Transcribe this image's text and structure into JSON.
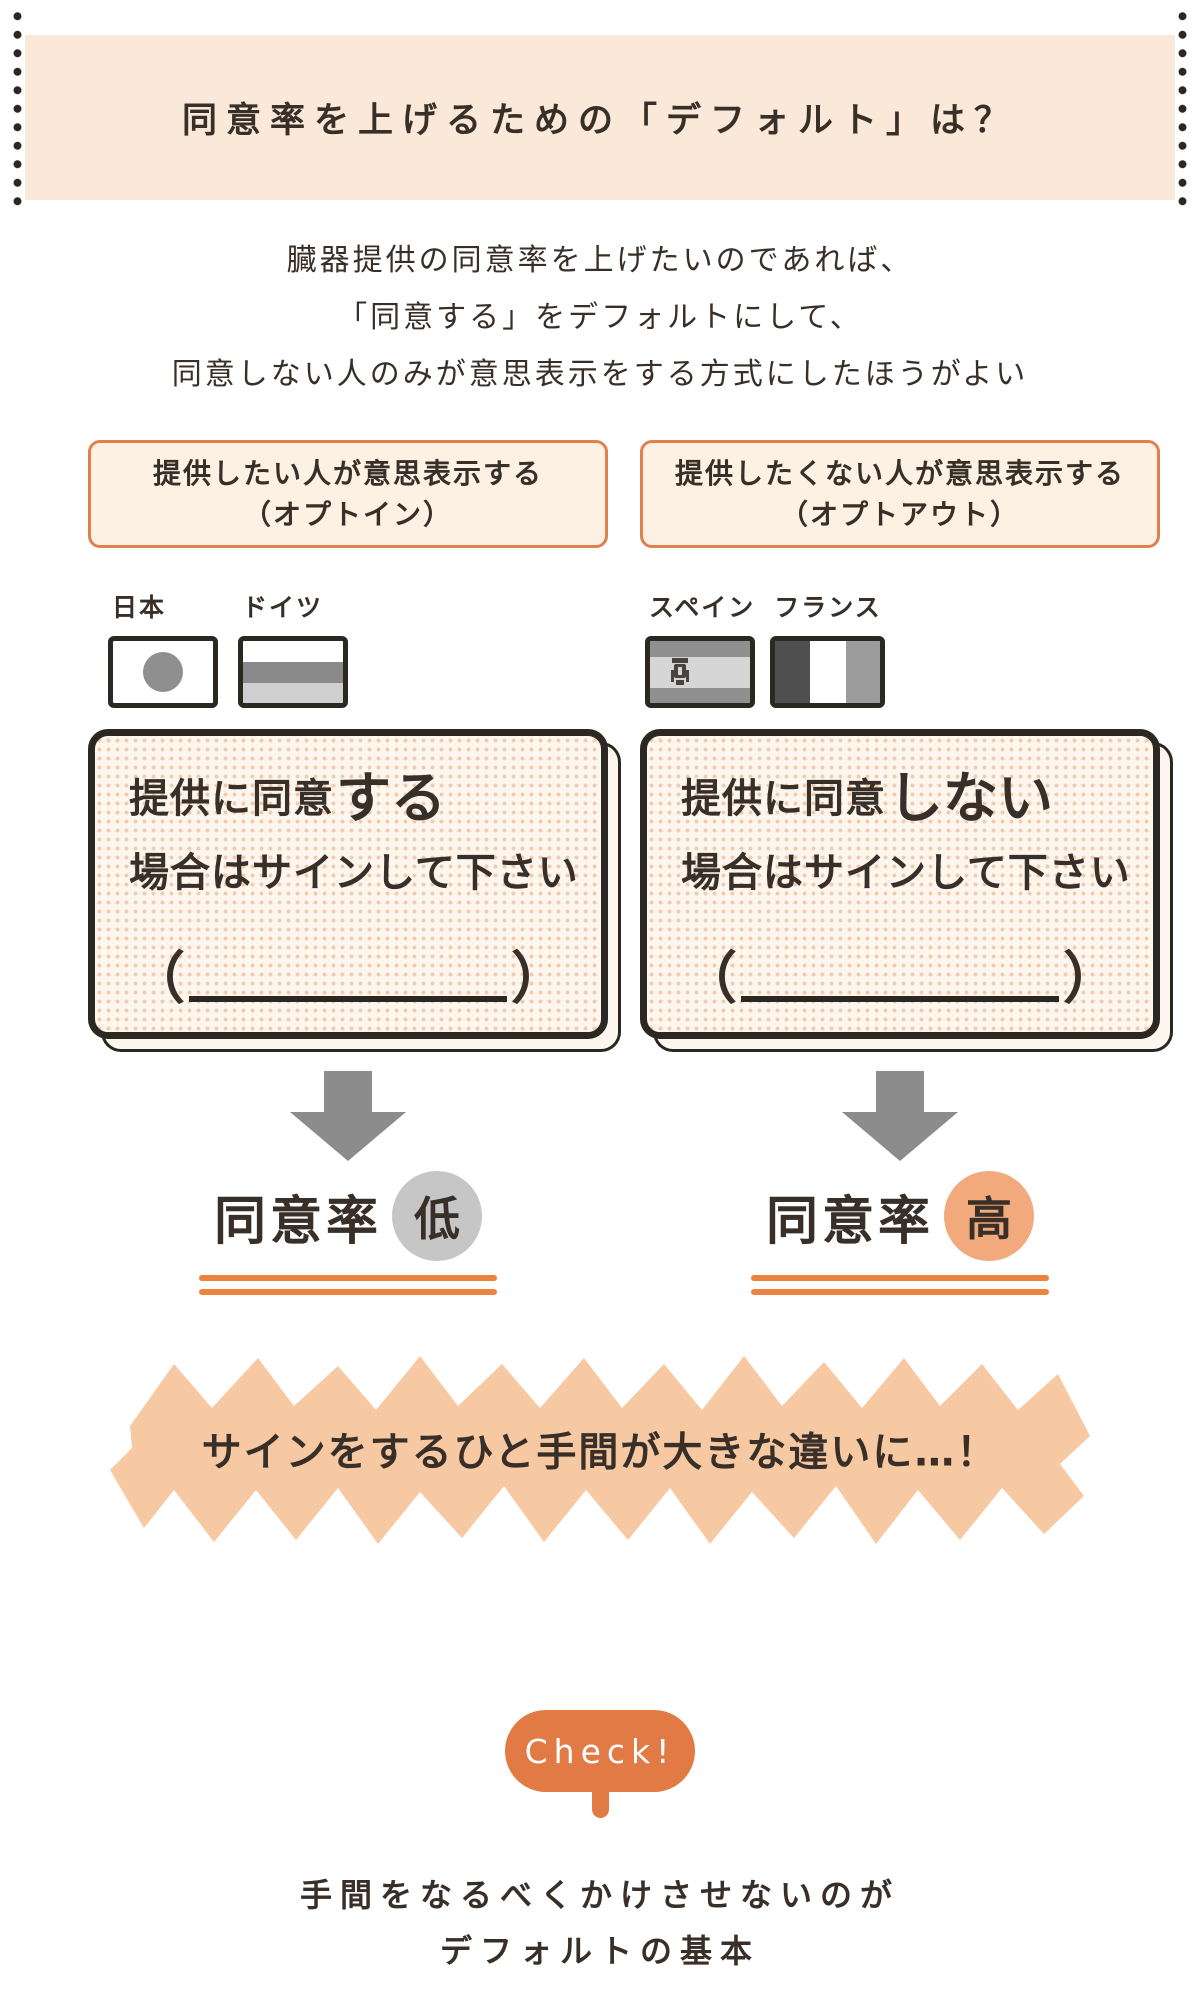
{
  "colors": {
    "header_bg": "#fae8d8",
    "label_box_border": "#e0804e",
    "label_box_bg": "#fdf1e4",
    "card_border": "#2b2721",
    "card_bg": "#fcf6ee",
    "card_dot": "#f2cbaa",
    "arrow_gray": "#8c8c8c",
    "underline_orange": "#ed8140",
    "banner_fill": "#f7c9a3",
    "check_bg": "#e27a45",
    "text_dark": "#382f28"
  },
  "header": {
    "title": "同意率を上げるための「デフォルト」は？"
  },
  "intro": {
    "lines": [
      "臓器提供の同意率を上げたいのであれば、",
      "「同意する」をデフォルトにして、",
      "同意しない人のみが意思表示をする方式にしたほうがよい"
    ]
  },
  "optin": {
    "label_line1": "提供したい人が意思表示する",
    "label_line2": "（オプトイン）",
    "flags": [
      {
        "name": "japan-flag",
        "label": "日本"
      },
      {
        "name": "germany-flag",
        "label": "ドイツ"
      }
    ],
    "card": {
      "line1_prefix": "提供に同意",
      "line1_emphasis": "する",
      "line2": "場合はサインして下さい",
      "paren_open": "（",
      "paren_close": "）"
    },
    "result": {
      "label": "同意率",
      "badge": "低",
      "badge_bg": "#c6c6c6"
    }
  },
  "optout": {
    "label_line1": "提供したくない人が意思表示する",
    "label_line2": "（オプトアウト）",
    "flags": [
      {
        "name": "spain-flag",
        "label": "スペイン"
      },
      {
        "name": "france-flag",
        "label": "フランス"
      }
    ],
    "card": {
      "line1_prefix": "提供に同意",
      "line1_emphasis": "しない",
      "line2": "場合はサインして下さい",
      "paren_open": "（",
      "paren_close": "）"
    },
    "result": {
      "label": "同意率",
      "badge": "高",
      "badge_bg": "#f2aa7c"
    }
  },
  "banner": {
    "text": "サインをするひと手間が大きな違いに…！"
  },
  "check": {
    "label": "Check!"
  },
  "footer": {
    "lines": [
      "手間をなるべくかけさせないのが",
      "デフォルトの基本"
    ]
  }
}
